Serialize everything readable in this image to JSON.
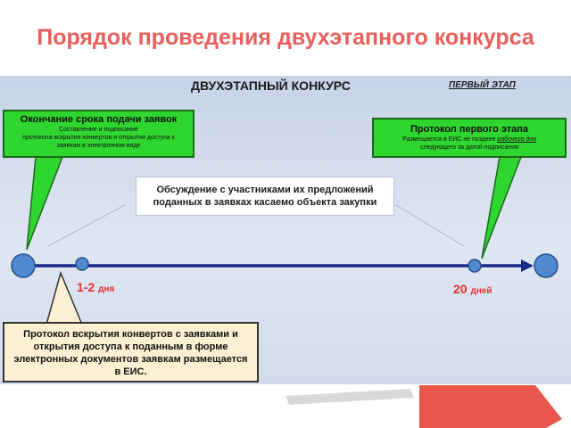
{
  "title": "Порядок проведения двухэтапного конкурса",
  "diagram_heading": "ДВУХЭТАПНЫЙ КОНКУРС",
  "stage_label": "ПЕРВЫЙ ЭТАП",
  "callout_left": {
    "heading": "Окончание срока подачи заявок",
    "body_lines": [
      "Составление и подписание",
      "протокола вскрытия конвертов и открытия доступа к",
      "заявкам в электронном виде"
    ]
  },
  "callout_right": {
    "heading": "Протокол первого этапа",
    "body_line1_prefix": "Размещается в ЕИС не позднее ",
    "body_line1_underlined": "рабочего дня",
    "body_line2": "следующего за датой подписания"
  },
  "discussion": {
    "line1": "Обсуждение с участниками их предложений",
    "line2": "поданных в заявках касаемо объекта закупки"
  },
  "days_left": {
    "number": "1-2",
    "unit": "дня"
  },
  "days_right": {
    "number": "20",
    "unit": "дней"
  },
  "protocol_lines": [
    "Протокол вскрытия конвертов с заявками и",
    "открытия доступа к поданным в форме",
    "электронных документов заявкам размещается",
    "в ЕИС."
  ],
  "colors": {
    "title": "#e8605c",
    "timeline": "#1a2a8a",
    "node": "#4f8ad0",
    "callout_green": "#2fd62f",
    "days_red": "#e03030",
    "protocol_fill": "#fdf0d2"
  }
}
